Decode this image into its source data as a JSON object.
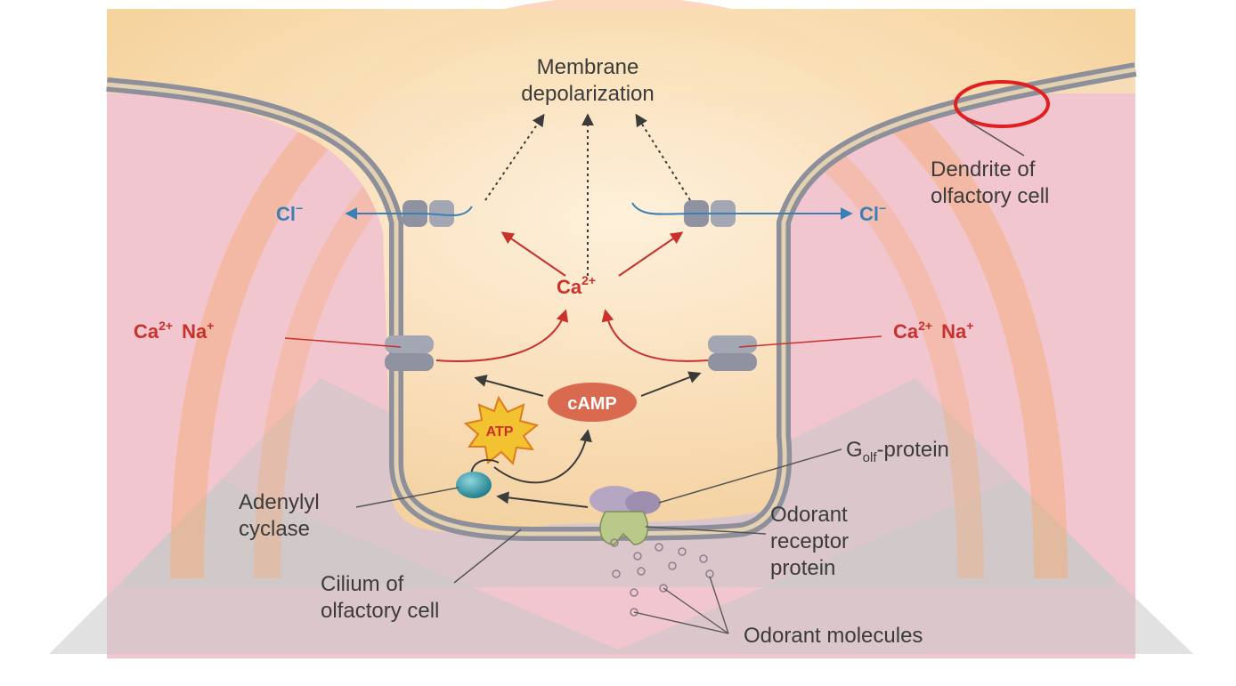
{
  "labels": {
    "title_line1": "Membrane",
    "title_line2": "depolarization",
    "dendrite_line1": "Dendrite of",
    "dendrite_line2": "olfactory cell",
    "cl_left": "Cl",
    "cl_right": "Cl",
    "cl_charge": "−",
    "ca_center": "Ca",
    "ca_center_charge": "2+",
    "left_ca": "Ca",
    "left_ca_charge": "2+",
    "left_na": "Na",
    "left_na_charge": "+",
    "right_ca": "Ca",
    "right_ca_charge": "2+",
    "right_na": "Na",
    "right_na_charge": "+",
    "camp": "cAMP",
    "atp": "ATP",
    "golf_g": "G",
    "golf_sub": "olf",
    "golf_rest": "-protein",
    "adenylyl_line1": "Adenylyl",
    "adenylyl_line2": "cyclase",
    "odorant_rec_line1": "Odorant",
    "odorant_rec_line2": "receptor",
    "odorant_rec_line3": "protein",
    "cilium_line1": "Cilium of",
    "cilium_line2": "olfactory cell",
    "odorant_molecules": "Odorant molecules"
  },
  "colors": {
    "cation_red": "#c8312c",
    "chloride_blue": "#3a7fb5",
    "text_dark": "#3b3b3b",
    "banner_pink": "#f2c6cf",
    "banner_gray": "#c9c9c9",
    "cell_fill": "#f8dcae",
    "camp_fill": "#d96a4f",
    "atp_star": "#f2c230",
    "membrane_gray": "#9a9aa2"
  }
}
